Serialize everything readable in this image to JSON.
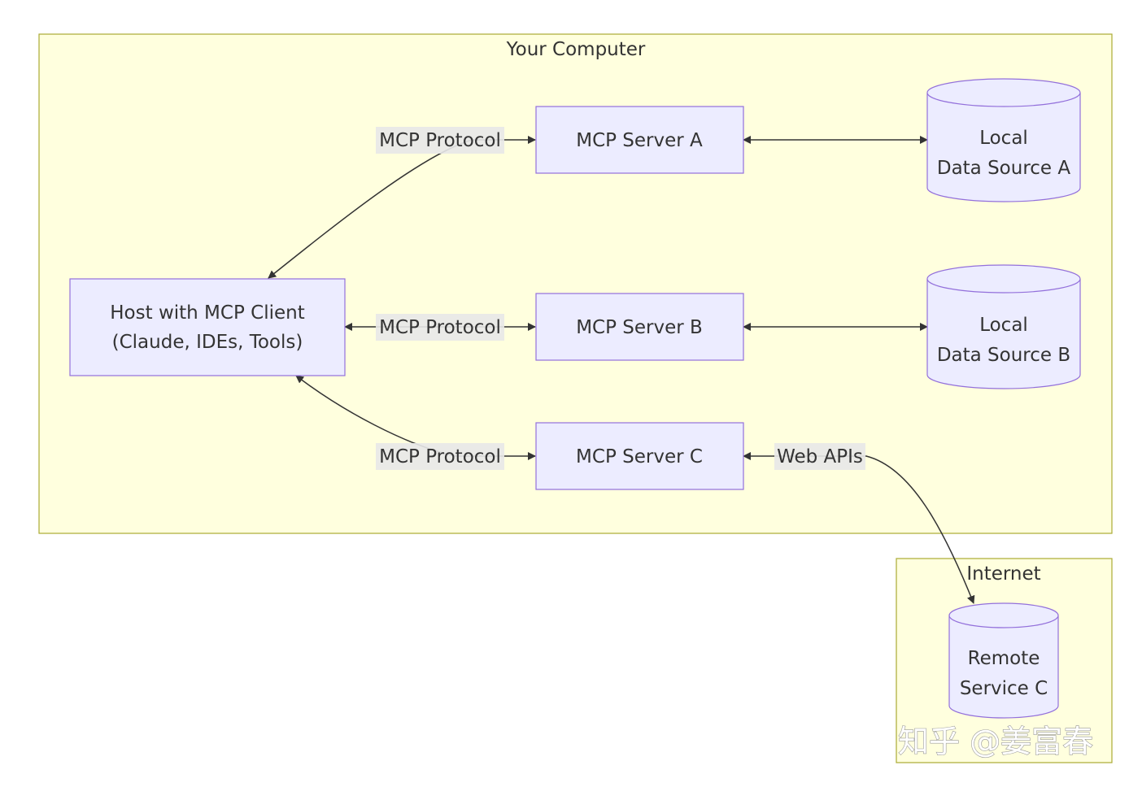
{
  "groups": {
    "your_computer": "Your Computer",
    "internet": "Internet"
  },
  "nodes": {
    "host": [
      "Host with MCP Client",
      "(Claude, IDEs, Tools)"
    ],
    "server_a": "MCP Server A",
    "server_b": "MCP Server B",
    "server_c": "MCP Server C",
    "data_a": [
      "Local",
      "Data Source A"
    ],
    "data_b": [
      "Local",
      "Data Source B"
    ],
    "remote_c": [
      "Remote",
      "Service C"
    ]
  },
  "edges": {
    "host_a": "MCP Protocol",
    "host_b": "MCP Protocol",
    "host_c": "MCP Protocol",
    "c_remote": "Web APIs"
  },
  "watermark": "知乎 @姜富春",
  "colors": {
    "group_fill": "#ffffde",
    "group_stroke": "#aaaa33",
    "node_fill": "#ececff",
    "node_stroke": "#9370db",
    "edge": "#333333",
    "edge_label_bg": "#e8e8e8"
  }
}
